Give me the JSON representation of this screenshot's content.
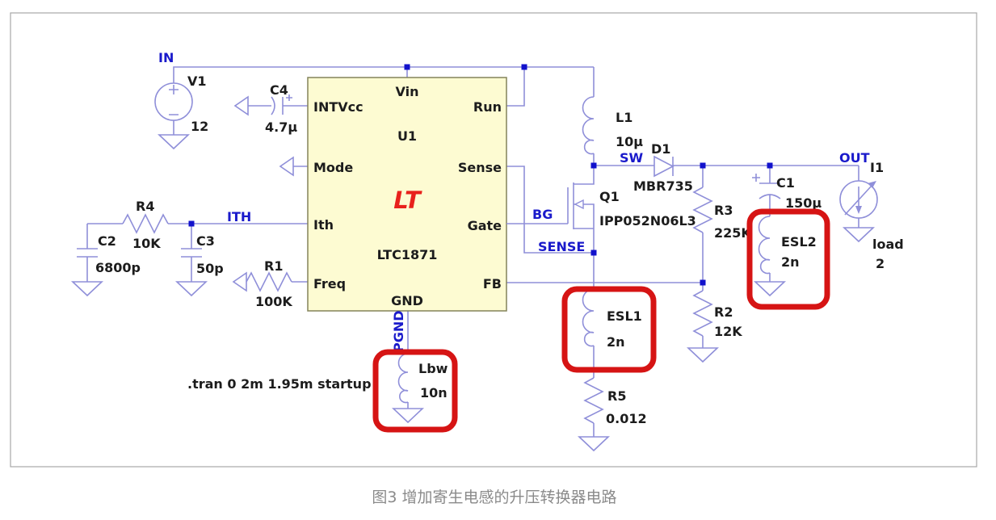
{
  "page": {
    "caption": "图3 增加寄生电感的升压转换器电路",
    "spice_directive": ".tran 0 2m 1.95m startup"
  },
  "colors": {
    "wire": "#8f8fd9",
    "net_label": "#1a1acb",
    "junction": "#1212cc",
    "ic_fill": "#fdfbd2",
    "ic_border": "#83835a",
    "highlight_red": "#d61414",
    "logo_red": "#e8211c",
    "caption_gray": "#8a8a8a"
  },
  "ic": {
    "refdes": "U1",
    "part": "LTC1871",
    "logo": "LT",
    "pins": {
      "vin": "Vin",
      "intvcc": "INTVcc",
      "mode": "Mode",
      "ith": "Ith",
      "freq": "Freq",
      "run": "Run",
      "sense": "Sense",
      "gate": "Gate",
      "fb": "FB",
      "gnd": "GND"
    }
  },
  "nets": {
    "in": "IN",
    "ith": "ITH",
    "sw": "SW",
    "bg": "BG",
    "sense": "SENSE",
    "pgnd": "PGND",
    "out": "OUT"
  },
  "components": {
    "v1": {
      "ref": "V1",
      "value": "12"
    },
    "c4": {
      "ref": "C4",
      "value": "4.7µ"
    },
    "r4": {
      "ref": "R4",
      "value": "10K"
    },
    "c2": {
      "ref": "C2",
      "value": "6800p"
    },
    "c3": {
      "ref": "C3",
      "value": "50p"
    },
    "r1": {
      "ref": "R1",
      "value": "100K"
    },
    "l1": {
      "ref": "L1",
      "value": "10µ"
    },
    "d1": {
      "ref": "D1",
      "value": "MBR735"
    },
    "q1": {
      "ref": "Q1",
      "value": "IPP052N06L3"
    },
    "r3": {
      "ref": "R3",
      "value": "225K"
    },
    "r2": {
      "ref": "R2",
      "value": "12K"
    },
    "c1": {
      "ref": "C1",
      "value": "150µ"
    },
    "esl1": {
      "ref": "ESL1",
      "value": "2n"
    },
    "esl2": {
      "ref": "ESL2",
      "value": "2n"
    },
    "r5": {
      "ref": "R5",
      "value": "0.012"
    },
    "lbw": {
      "ref": "Lbw",
      "value": "10n"
    },
    "i1": {
      "ref": "I1",
      "value_line1": "load",
      "value_line2": "2"
    }
  }
}
